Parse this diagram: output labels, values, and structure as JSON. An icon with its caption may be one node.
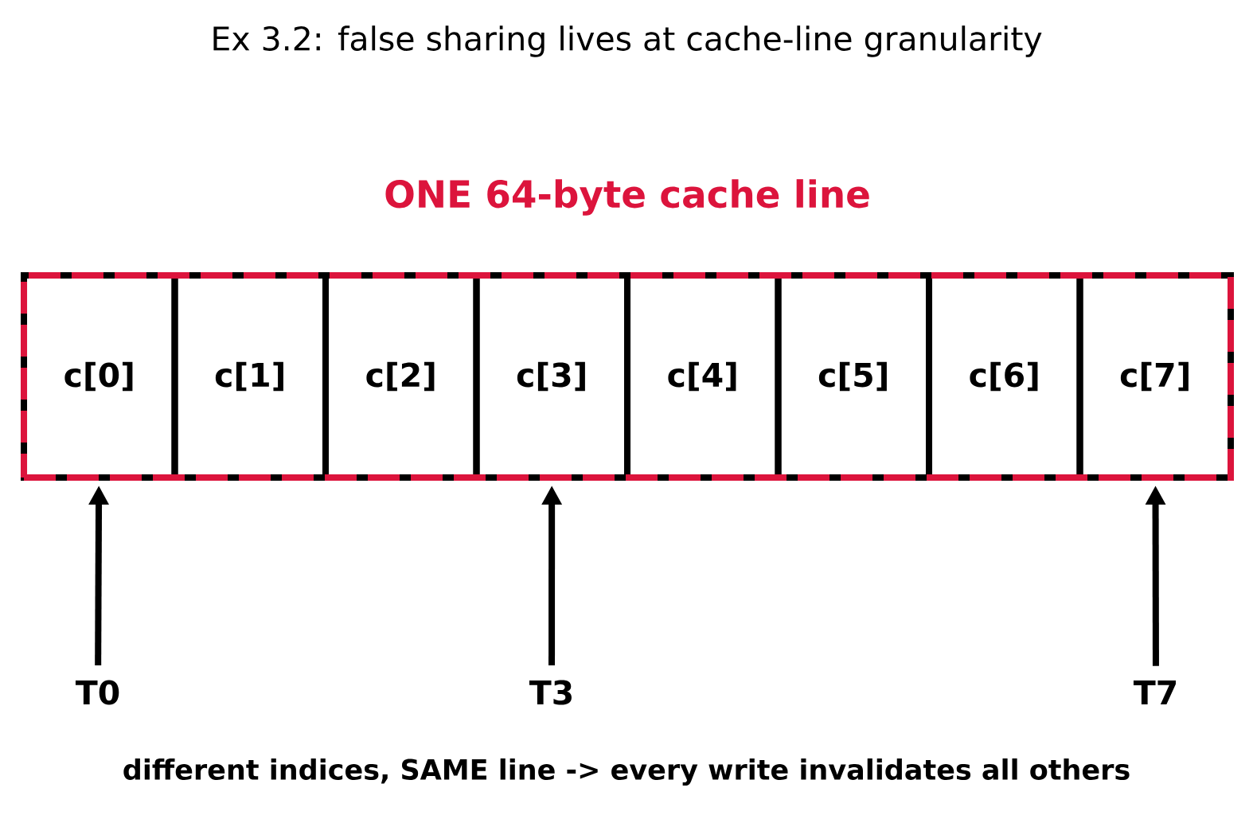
{
  "diagram": {
    "title": "Ex 3.2: false sharing lives at cache-line granularity",
    "caption": "different indices, SAME line -> every write invalidates all others",
    "nodes": [
      {
        "text": [
          "ONE 64-byte cache line"
        ]
      },
      {
        "text": [
          "c[0]"
        ],
        "in": 0
      },
      {
        "text": [
          "c[1]"
        ],
        "in": 0
      },
      {
        "text": [
          "c[2]"
        ],
        "in": 0
      },
      {
        "text": [
          "c[3]"
        ],
        "in": 0
      },
      {
        "text": [
          "c[4]"
        ],
        "in": 0
      },
      {
        "text": [
          "c[5]"
        ],
        "in": 0
      },
      {
        "text": [
          "c[6]"
        ],
        "in": 0
      },
      {
        "text": [
          "c[7]"
        ],
        "in": 0
      },
      {
        "text": [
          "T0"
        ]
      },
      {
        "text": [
          "T3"
        ]
      },
      {
        "text": [
          "T7"
        ]
      }
    ],
    "edges": [
      {
        "from": 9,
        "to": 1,
        "arrow": "to"
      },
      {
        "from": 10,
        "to": 4,
        "arrow": "to"
      },
      {
        "from": 11,
        "to": 8,
        "arrow": "to"
      }
    ]
  }
}
